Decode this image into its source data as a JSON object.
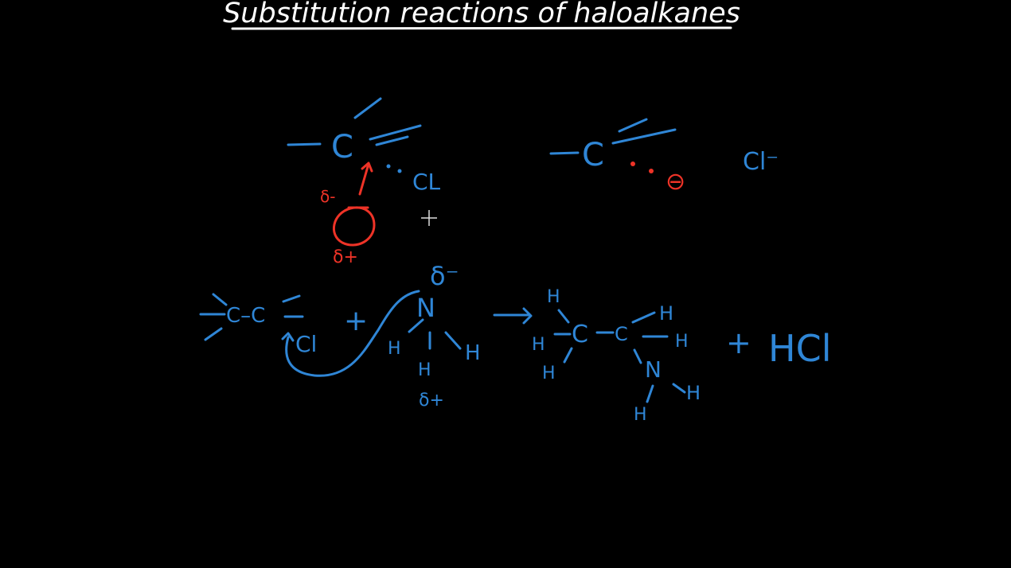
{
  "title": "Substitution reactions of haloalkanes",
  "colors": {
    "background": "#000000",
    "white": "#ffffff",
    "blue": "#2f86d6",
    "red": "#ee3327"
  },
  "top_reaction": {
    "carbon": "C",
    "chlorine": "CL",
    "delta_minus": "δ-",
    "delta_plus": "δ+",
    "product_carbon": "C",
    "negative_charge": "⊖",
    "chloride": "Cl⁻"
  },
  "bottom_reaction": {
    "reactant_chain": "C–C",
    "reactant_cl": "Cl",
    "plus_1": "+",
    "ammonia_n": "N",
    "ammonia_h_left": "H",
    "ammonia_h_right": "H",
    "ammonia_h_bottom": "H",
    "delta_minus_n": "δ⁻",
    "delta_plus_h": "δ+",
    "product_c1": "C",
    "product_c2": "C",
    "product_h_top_left": "H",
    "product_h_left": "H",
    "product_h_bottom_left": "H",
    "product_h_top_right": "H",
    "product_h_right": "H",
    "product_n": "N",
    "product_nh_left": "H",
    "product_nh_right": "H",
    "plus_2": "+",
    "hcl": "HCl"
  },
  "cursor_icon": "crosshair-cursor-icon"
}
